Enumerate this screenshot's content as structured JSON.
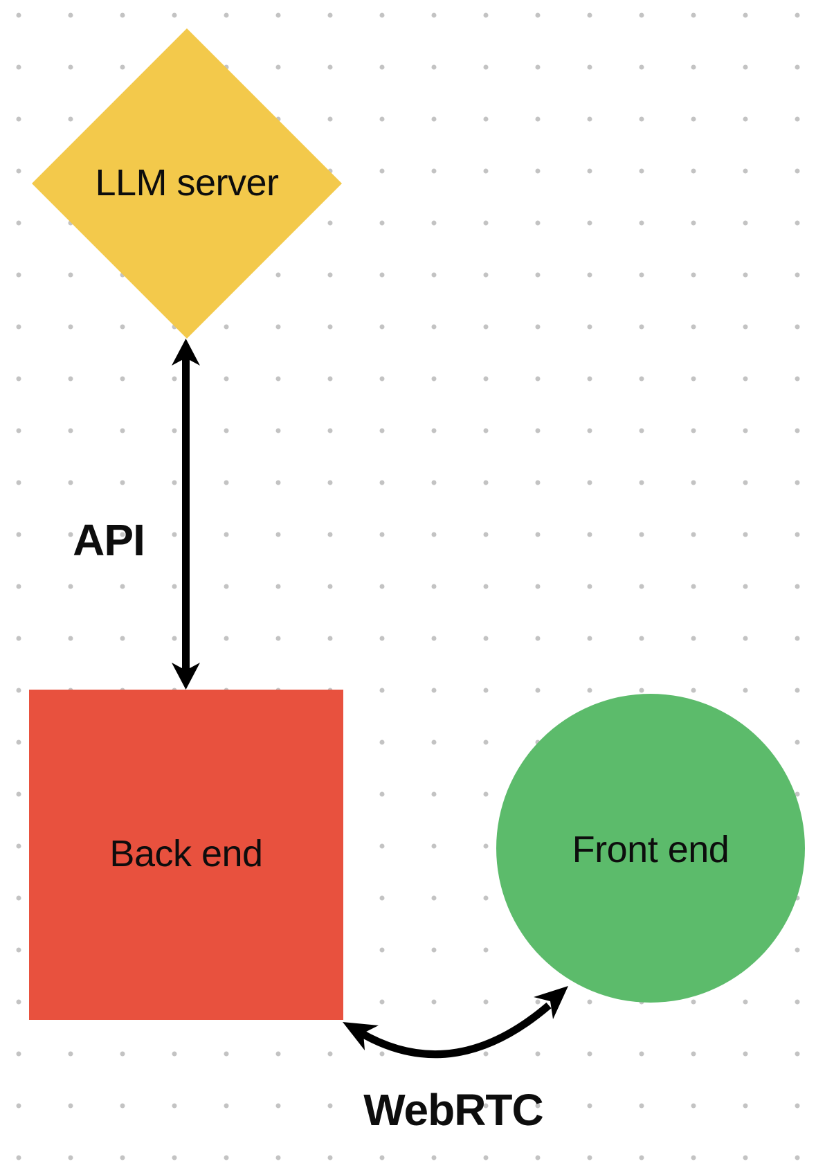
{
  "canvas": {
    "background_color": "#ffffff",
    "dot_grid_color": "#c3c3c3",
    "nodes": {
      "llm_server": {
        "label": "LLM server",
        "shape": "diamond",
        "fill": "#F3C94B"
      },
      "back_end": {
        "label": "Back end",
        "shape": "square",
        "fill": "#E8513E"
      },
      "front_end": {
        "label": "Front end",
        "shape": "circle",
        "fill": "#5CBB6B"
      }
    },
    "edges": {
      "api": {
        "label": "API",
        "style": "double-headed straight arrow",
        "color": "#000000"
      },
      "webrtc": {
        "label": "WebRTC",
        "style": "double-headed curved arrow",
        "color": "#000000"
      }
    }
  }
}
